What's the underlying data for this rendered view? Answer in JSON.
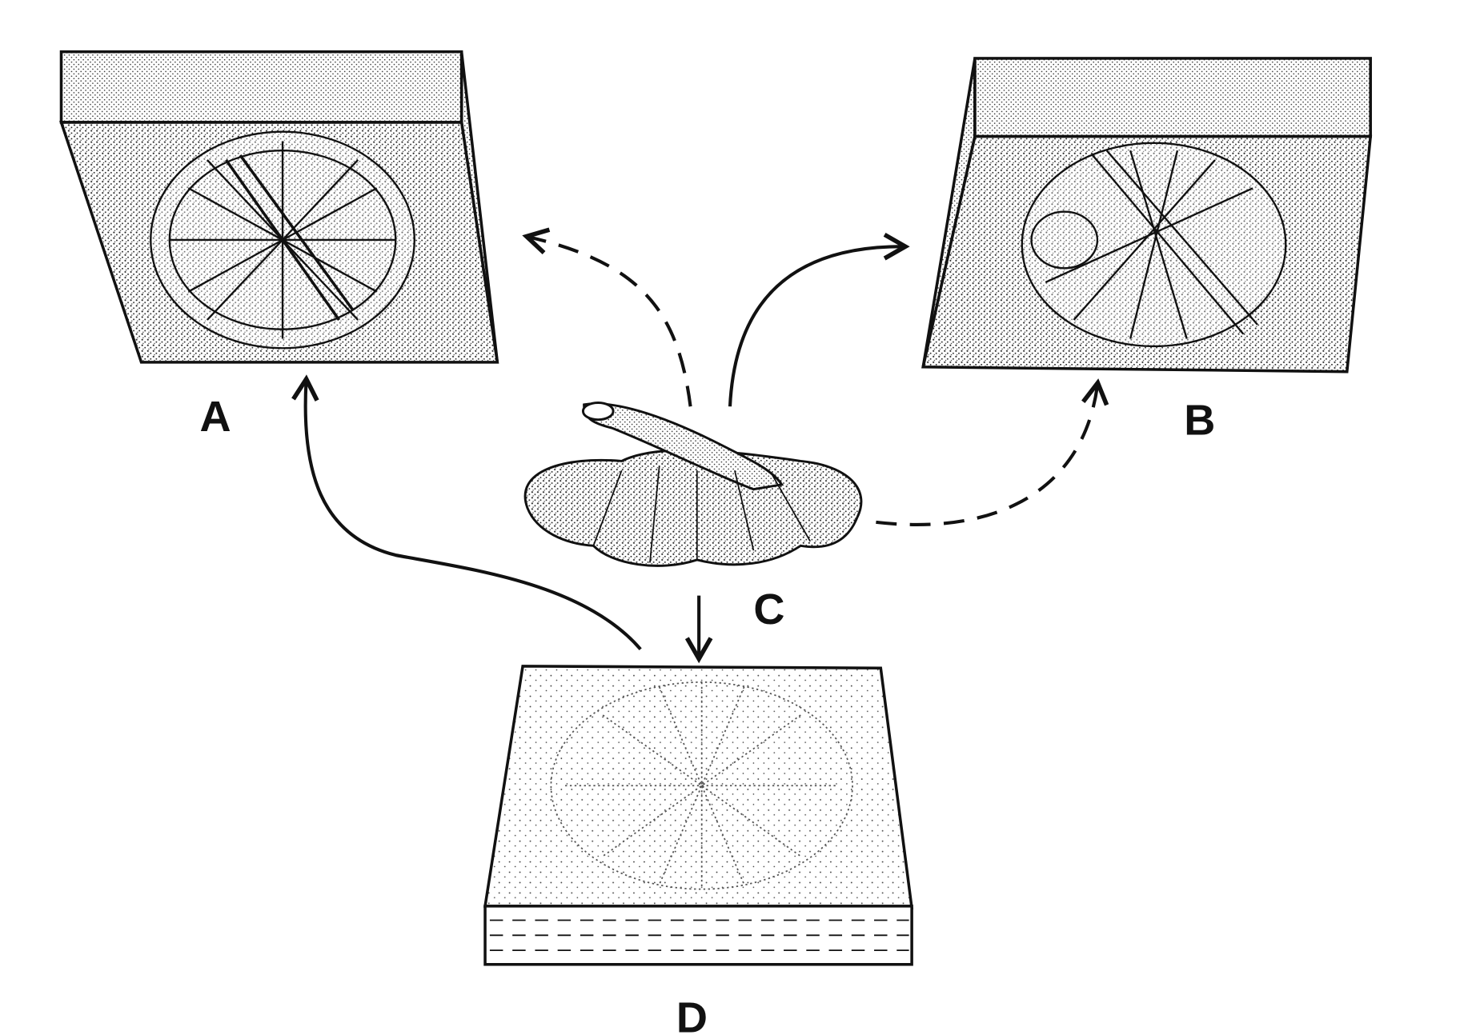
{
  "labels": {
    "a": "A",
    "b": "B",
    "c": "C",
    "d": "D"
  },
  "colors": {
    "ink": "#111111",
    "paper": "#ffffff"
  }
}
